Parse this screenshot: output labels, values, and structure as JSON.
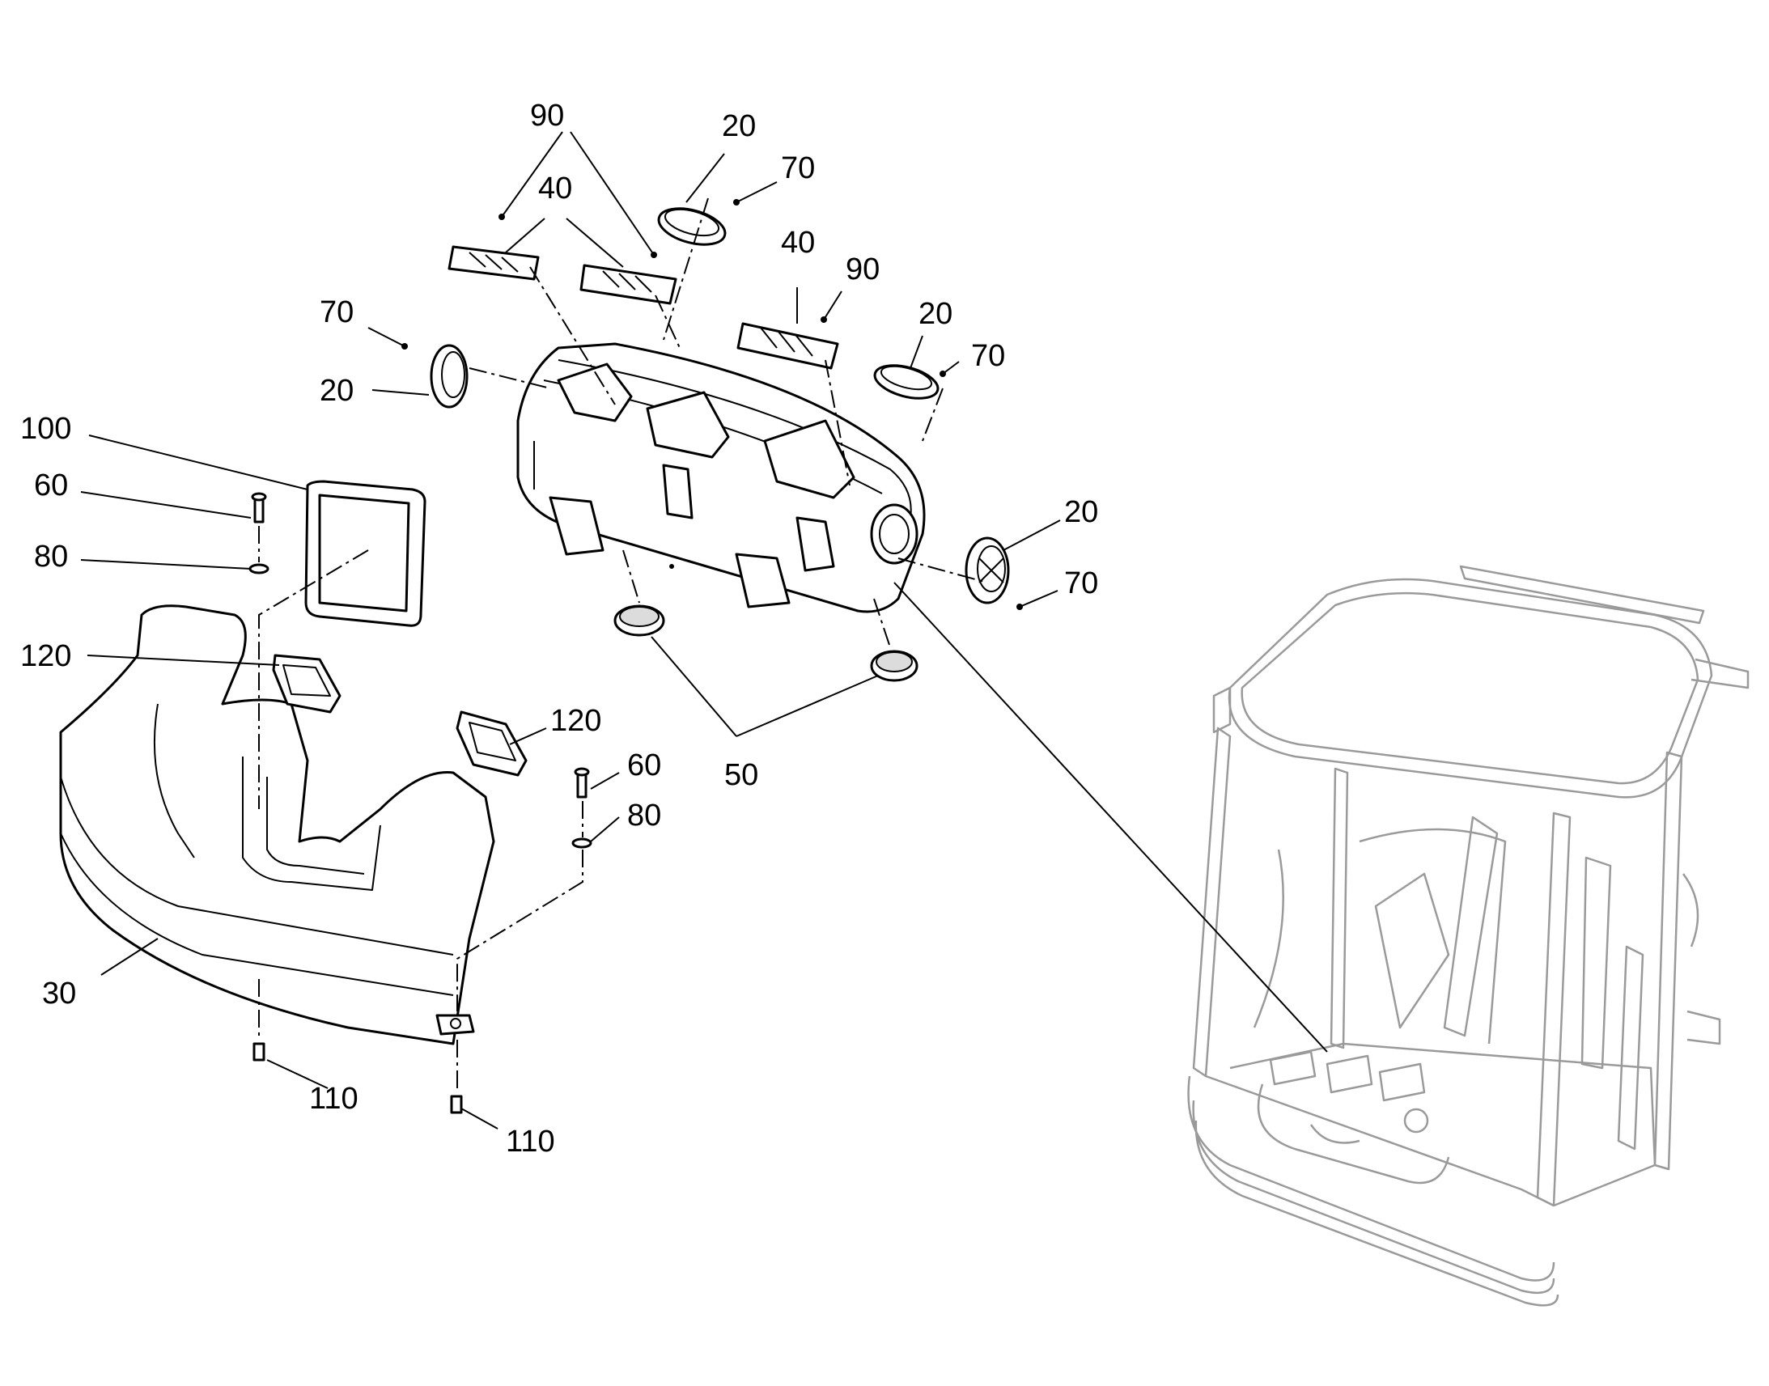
{
  "diagram": {
    "type": "exploded-parts-view",
    "callouts": [
      {
        "id": "c90-top",
        "label": "90"
      },
      {
        "id": "c20-top",
        "label": "20"
      },
      {
        "id": "c70-top",
        "label": "70"
      },
      {
        "id": "c40-left",
        "label": "40"
      },
      {
        "id": "c40-right",
        "label": "40"
      },
      {
        "id": "c90-right",
        "label": "90"
      },
      {
        "id": "c70-left",
        "label": "70"
      },
      {
        "id": "c20-left",
        "label": "20"
      },
      {
        "id": "c20-mid",
        "label": "20"
      },
      {
        "id": "c70-mid",
        "label": "70"
      },
      {
        "id": "c100",
        "label": "100"
      },
      {
        "id": "c60-left",
        "label": "60"
      },
      {
        "id": "c80-left",
        "label": "80"
      },
      {
        "id": "c20-right",
        "label": "20"
      },
      {
        "id": "c70-right",
        "label": "70"
      },
      {
        "id": "c120-left",
        "label": "120"
      },
      {
        "id": "c120-right",
        "label": "120"
      },
      {
        "id": "c60-right",
        "label": "60"
      },
      {
        "id": "c80-right",
        "label": "80"
      },
      {
        "id": "c50",
        "label": "50"
      },
      {
        "id": "c30",
        "label": "30"
      },
      {
        "id": "c110-left",
        "label": "110"
      },
      {
        "id": "c110-right",
        "label": "110"
      }
    ]
  }
}
